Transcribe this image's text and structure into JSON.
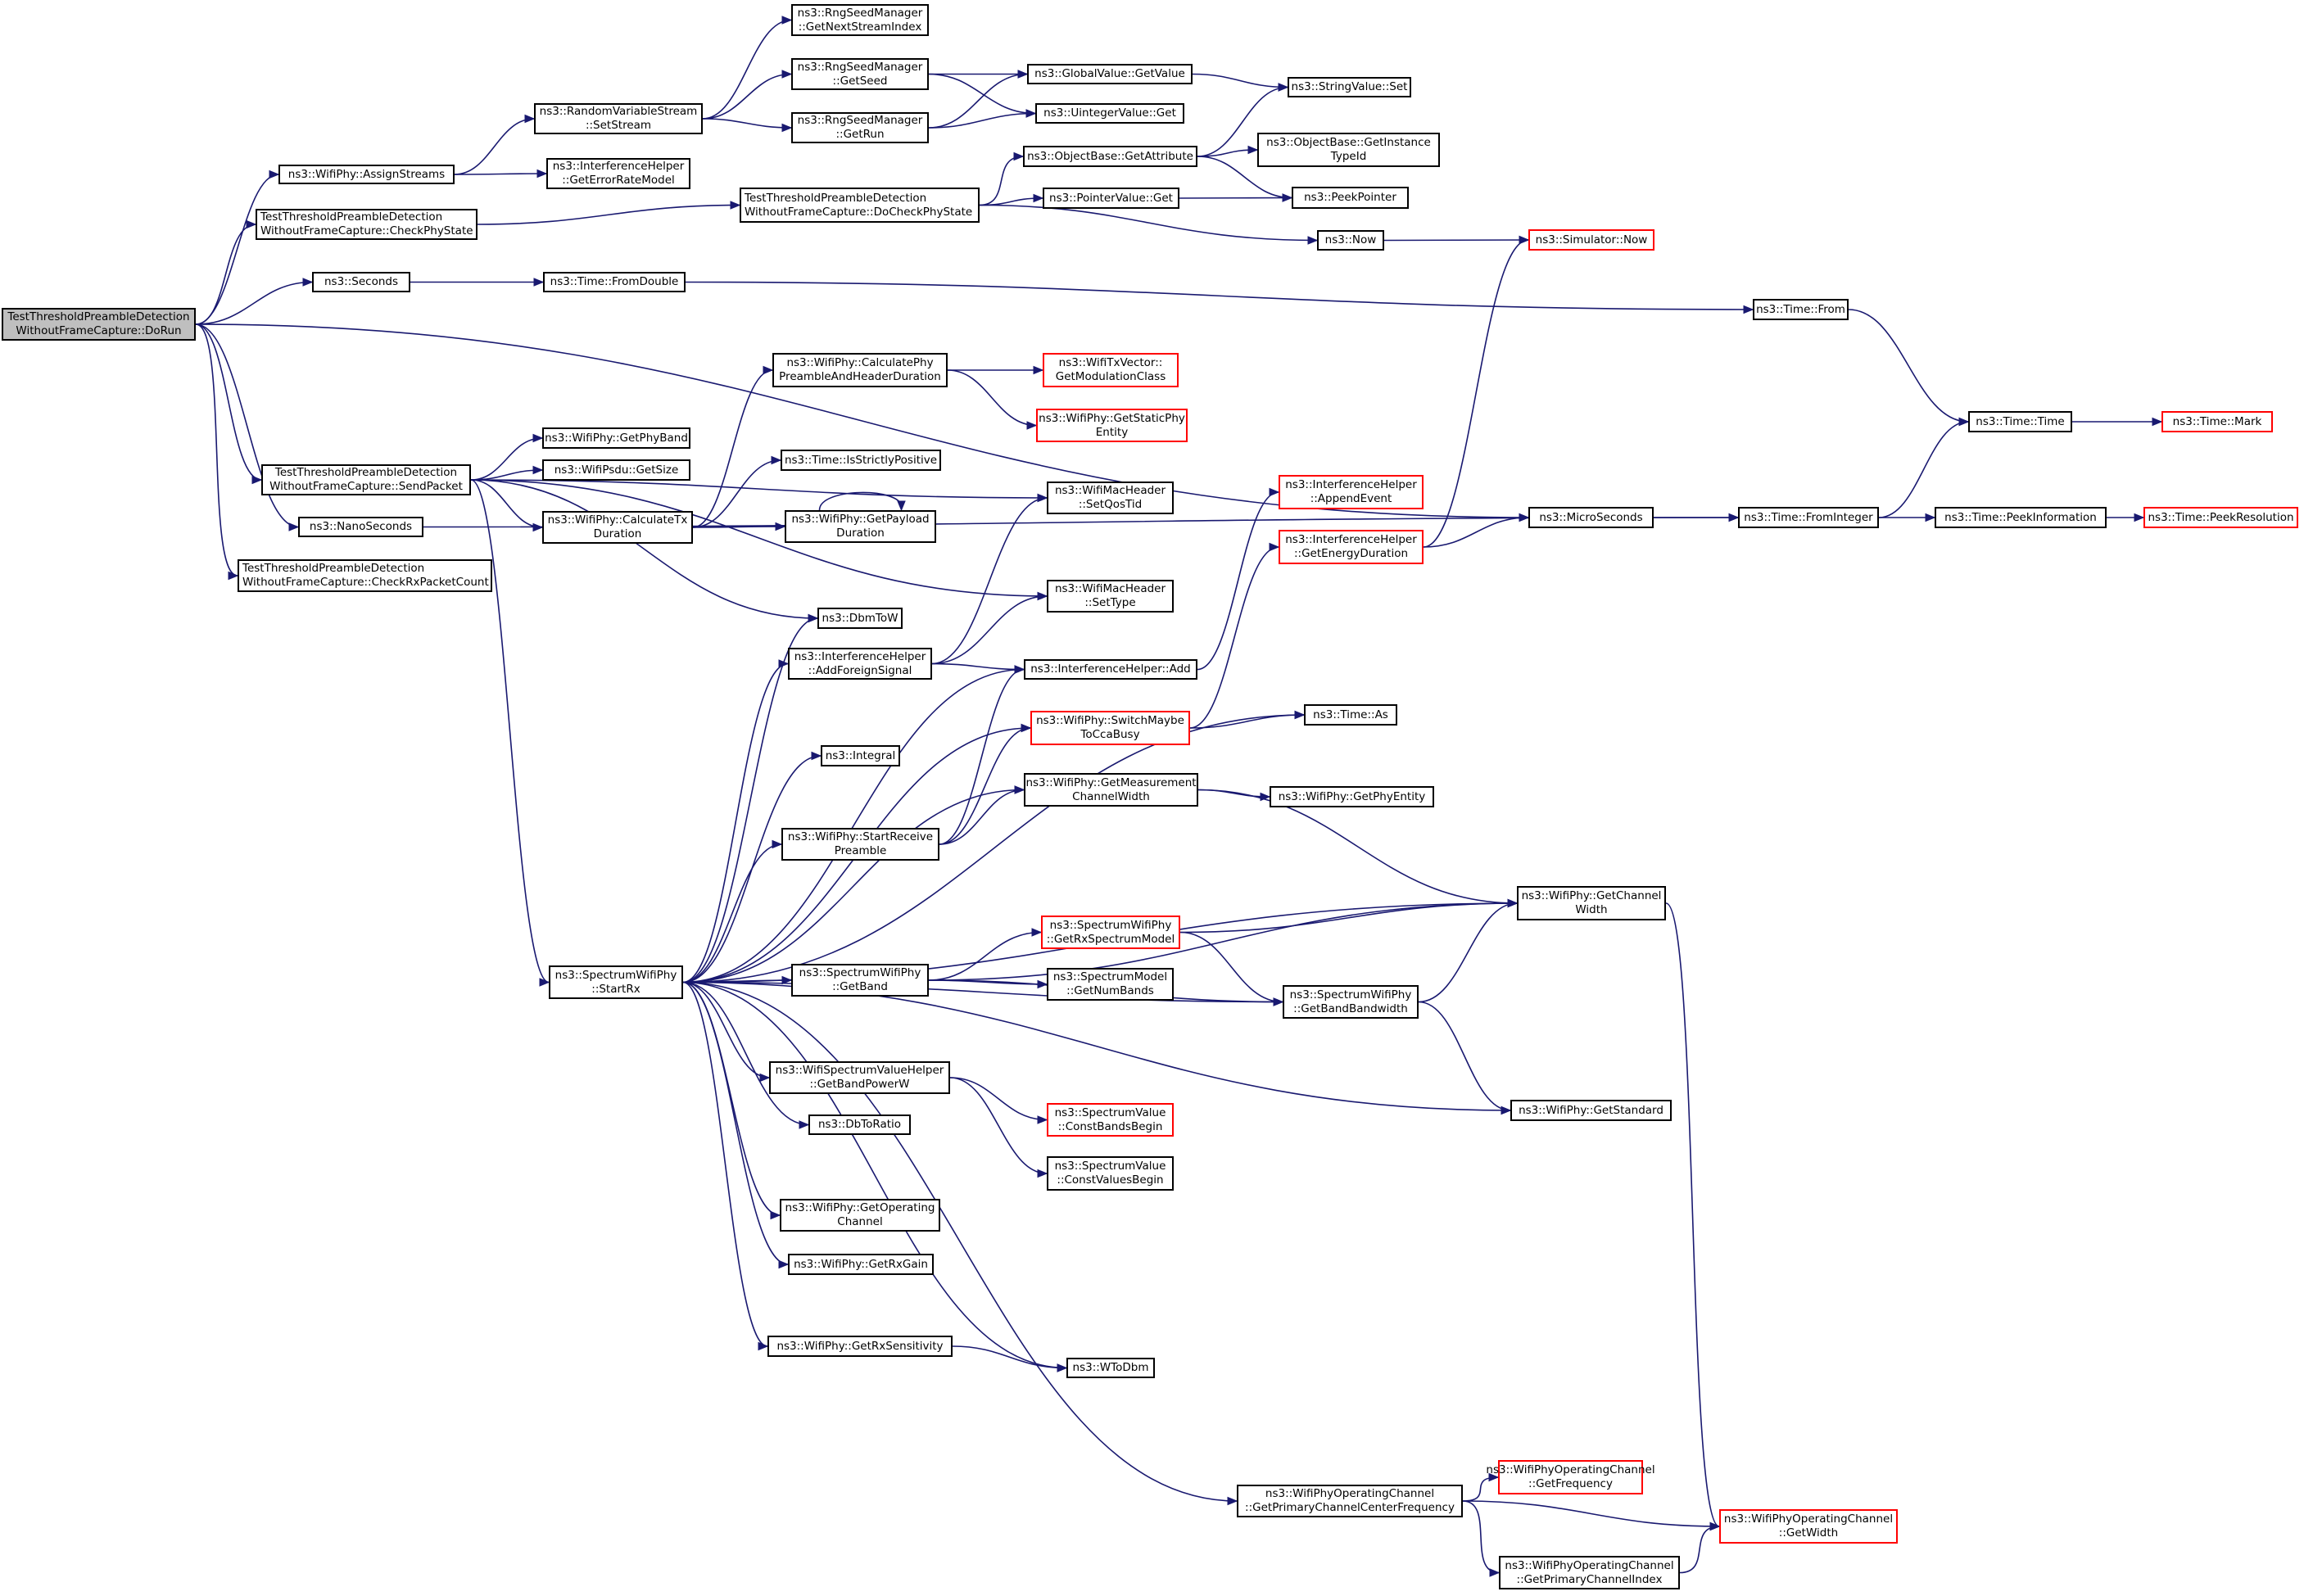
{
  "graph": {
    "nodes": [
      {
        "id": "dorun",
        "lines": [
          "TestThresholdPreambleDetection",
          "WithoutFrameCapture::DoRun"
        ],
        "style": "root",
        "align": "center"
      },
      {
        "id": "assignstreams",
        "lines": [
          "ns3::WifiPhy::AssignStreams"
        ],
        "style": "normal",
        "align": "center"
      },
      {
        "id": "checkphystate",
        "lines": [
          "TestThresholdPreambleDetection",
          "WithoutFrameCapture::CheckPhyState"
        ],
        "style": "normal",
        "align": "left"
      },
      {
        "id": "seconds",
        "lines": [
          "ns3::Seconds"
        ],
        "style": "normal",
        "align": "center"
      },
      {
        "id": "sendpacket",
        "lines": [
          "TestThresholdPreambleDetection",
          "WithoutFrameCapture::SendPacket"
        ],
        "style": "normal",
        "align": "center"
      },
      {
        "id": "nanoseconds",
        "lines": [
          "ns3::NanoSeconds"
        ],
        "style": "normal",
        "align": "center"
      },
      {
        "id": "checkrx",
        "lines": [
          "TestThresholdPreambleDetection",
          "WithoutFrameCapture::CheckRxPacketCount"
        ],
        "style": "normal",
        "align": "left"
      },
      {
        "id": "setstream",
        "lines": [
          "ns3::RandomVariableStream",
          "::SetStream"
        ],
        "style": "normal",
        "align": "center"
      },
      {
        "id": "geterrorrate",
        "lines": [
          "ns3::InterferenceHelper",
          "::GetErrorRateModel"
        ],
        "style": "normal",
        "align": "center"
      },
      {
        "id": "docheckphystate",
        "lines": [
          "TestThresholdPreambleDetection",
          "WithoutFrameCapture::DoCheckPhyState"
        ],
        "style": "normal",
        "align": "left"
      },
      {
        "id": "fromdouble",
        "lines": [
          "ns3::Time::FromDouble"
        ],
        "style": "normal",
        "align": "center"
      },
      {
        "id": "getphyband",
        "lines": [
          "ns3::WifiPhy::GetPhyBand"
        ],
        "style": "normal",
        "align": "center"
      },
      {
        "id": "getsize",
        "lines": [
          "ns3::WifiPsdu::GetSize"
        ],
        "style": "normal",
        "align": "center"
      },
      {
        "id": "calctxdur",
        "lines": [
          "ns3::WifiPhy::CalculateTx",
          "Duration"
        ],
        "style": "normal",
        "align": "center"
      },
      {
        "id": "startrx",
        "lines": [
          "ns3::SpectrumWifiPhy",
          "::StartRx"
        ],
        "style": "normal",
        "align": "center"
      },
      {
        "id": "getnextstream",
        "lines": [
          "ns3::RngSeedManager",
          "::GetNextStreamIndex"
        ],
        "style": "normal",
        "align": "center"
      },
      {
        "id": "getseed",
        "lines": [
          "ns3::RngSeedManager",
          "::GetSeed"
        ],
        "style": "normal",
        "align": "center"
      },
      {
        "id": "getrun",
        "lines": [
          "ns3::RngSeedManager",
          "::GetRun"
        ],
        "style": "normal",
        "align": "center"
      },
      {
        "id": "calcpreamble",
        "lines": [
          "ns3::WifiPhy::CalculatePhy",
          "PreambleAndHeaderDuration"
        ],
        "style": "normal",
        "align": "center"
      },
      {
        "id": "isstrictlypos",
        "lines": [
          "ns3::Time::IsStrictlyPositive"
        ],
        "style": "normal",
        "align": "center"
      },
      {
        "id": "getpayload",
        "lines": [
          "ns3::WifiPhy::GetPayload",
          "Duration"
        ],
        "style": "normal",
        "align": "center"
      },
      {
        "id": "dbmtow",
        "lines": [
          "ns3::DbmToW"
        ],
        "style": "normal",
        "align": "center"
      },
      {
        "id": "addforeign",
        "lines": [
          "ns3::InterferenceHelper",
          "::AddForeignSignal"
        ],
        "style": "normal",
        "align": "center"
      },
      {
        "id": "integral",
        "lines": [
          "ns3::Integral"
        ],
        "style": "normal",
        "align": "center"
      },
      {
        "id": "startreceive",
        "lines": [
          "ns3::WifiPhy::StartReceive",
          "Preamble"
        ],
        "style": "normal",
        "align": "center"
      },
      {
        "id": "getband",
        "lines": [
          "ns3::SpectrumWifiPhy",
          "::GetBand"
        ],
        "style": "normal",
        "align": "center"
      },
      {
        "id": "getbandpower",
        "lines": [
          "ns3::WifiSpectrumValueHelper",
          "::GetBandPowerW"
        ],
        "style": "normal",
        "align": "center"
      },
      {
        "id": "dbtoratio",
        "lines": [
          "ns3::DbToRatio"
        ],
        "style": "normal",
        "align": "center"
      },
      {
        "id": "getopchannel",
        "lines": [
          "ns3::WifiPhy::GetOperating",
          "Channel"
        ],
        "style": "normal",
        "align": "center"
      },
      {
        "id": "getrxgain",
        "lines": [
          "ns3::WifiPhy::GetRxGain"
        ],
        "style": "normal",
        "align": "center"
      },
      {
        "id": "getrxsens",
        "lines": [
          "ns3::WifiPhy::GetRxSensitivity"
        ],
        "style": "normal",
        "align": "center"
      },
      {
        "id": "globalget",
        "lines": [
          "ns3::GlobalValue::GetValue"
        ],
        "style": "normal",
        "align": "center"
      },
      {
        "id": "uintegerget",
        "lines": [
          "ns3::UintegerValue::Get"
        ],
        "style": "normal",
        "align": "center"
      },
      {
        "id": "objgetattr",
        "lines": [
          "ns3::ObjectBase::GetAttribute"
        ],
        "style": "normal",
        "align": "center"
      },
      {
        "id": "pointerget",
        "lines": [
          "ns3::PointerValue::Get"
        ],
        "style": "normal",
        "align": "center"
      },
      {
        "id": "gettxmod",
        "lines": [
          "ns3::WifiTxVector::",
          "GetModulationClass"
        ],
        "style": "red",
        "align": "center"
      },
      {
        "id": "getstaticphy",
        "lines": [
          "ns3::WifiPhy::GetStaticPhy",
          "Entity"
        ],
        "style": "red",
        "align": "center"
      },
      {
        "id": "setqostid",
        "lines": [
          "ns3::WifiMacHeader",
          "::SetQosTid"
        ],
        "style": "normal",
        "align": "center"
      },
      {
        "id": "settype",
        "lines": [
          "ns3::WifiMacHeader",
          "::SetType"
        ],
        "style": "normal",
        "align": "center"
      },
      {
        "id": "ihadd",
        "lines": [
          "ns3::InterferenceHelper::Add"
        ],
        "style": "normal",
        "align": "center"
      },
      {
        "id": "switchcca",
        "lines": [
          "ns3::WifiPhy::SwitchMaybe",
          "ToCcaBusy"
        ],
        "style": "red",
        "align": "center"
      },
      {
        "id": "getmeascw",
        "lines": [
          "ns3::WifiPhy::GetMeasurement",
          "ChannelWidth"
        ],
        "style": "normal",
        "align": "center"
      },
      {
        "id": "getrxspec",
        "lines": [
          "ns3::SpectrumWifiPhy",
          "::GetRxSpectrumModel"
        ],
        "style": "red",
        "align": "center"
      },
      {
        "id": "getnumbands",
        "lines": [
          "ns3::SpectrumModel",
          "::GetNumBands"
        ],
        "style": "normal",
        "align": "center"
      },
      {
        "id": "constbands",
        "lines": [
          "ns3::SpectrumValue",
          "::ConstBandsBegin"
        ],
        "style": "red",
        "align": "center"
      },
      {
        "id": "constvalues",
        "lines": [
          "ns3::SpectrumValue",
          "::ConstValuesBegin"
        ],
        "style": "normal",
        "align": "center"
      },
      {
        "id": "wtodbm",
        "lines": [
          "ns3::WToDbm"
        ],
        "style": "normal",
        "align": "center"
      },
      {
        "id": "primcenter",
        "lines": [
          "ns3::WifiPhyOperatingChannel",
          "::GetPrimaryChannelCenterFrequency"
        ],
        "style": "normal",
        "align": "center"
      },
      {
        "id": "stringset",
        "lines": [
          "ns3::StringValue::Set"
        ],
        "style": "normal",
        "align": "center"
      },
      {
        "id": "getinstance",
        "lines": [
          "ns3::ObjectBase::GetInstance",
          "TypeId"
        ],
        "style": "normal",
        "align": "center"
      },
      {
        "id": "peekpointer",
        "lines": [
          "ns3::PeekPointer"
        ],
        "style": "normal",
        "align": "center"
      },
      {
        "id": "now",
        "lines": [
          "ns3::Now"
        ],
        "style": "normal",
        "align": "center"
      },
      {
        "id": "appendevent",
        "lines": [
          "ns3::InterferenceHelper",
          "::AppendEvent"
        ],
        "style": "red",
        "align": "center"
      },
      {
        "id": "getenergydur",
        "lines": [
          "ns3::InterferenceHelper",
          "::GetEnergyDuration"
        ],
        "style": "red",
        "align": "center"
      },
      {
        "id": "timeas",
        "lines": [
          "ns3::Time::As"
        ],
        "style": "normal",
        "align": "center"
      },
      {
        "id": "getphyentity",
        "lines": [
          "ns3::WifiPhy::GetPhyEntity"
        ],
        "style": "normal",
        "align": "center"
      },
      {
        "id": "getbandbw",
        "lines": [
          "ns3::SpectrumWifiPhy",
          "::GetBandBandwidth"
        ],
        "style": "normal",
        "align": "center"
      },
      {
        "id": "getfrequency",
        "lines": [
          "ns3::WifiPhyOperatingChannel",
          "::GetFrequency"
        ],
        "style": "red",
        "align": "center"
      },
      {
        "id": "primindex",
        "lines": [
          "ns3::WifiPhyOperatingChannel",
          "::GetPrimaryChannelIndex"
        ],
        "style": "normal",
        "align": "center"
      },
      {
        "id": "simnow",
        "lines": [
          "ns3::Simulator::Now"
        ],
        "style": "red",
        "align": "center"
      },
      {
        "id": "microseconds",
        "lines": [
          "ns3::MicroSeconds"
        ],
        "style": "normal",
        "align": "center"
      },
      {
        "id": "getchanwidth",
        "lines": [
          "ns3::WifiPhy::GetChannel",
          "Width"
        ],
        "style": "normal",
        "align": "center"
      },
      {
        "id": "getstandard",
        "lines": [
          "ns3::WifiPhy::GetStandard"
        ],
        "style": "normal",
        "align": "center"
      },
      {
        "id": "opgetwidth",
        "lines": [
          "ns3::WifiPhyOperatingChannel",
          "::GetWidth"
        ],
        "style": "red",
        "align": "center"
      },
      {
        "id": "timefrom",
        "lines": [
          "ns3::Time::From"
        ],
        "style": "normal",
        "align": "center"
      },
      {
        "id": "fromint",
        "lines": [
          "ns3::Time::FromInteger"
        ],
        "style": "normal",
        "align": "center"
      },
      {
        "id": "timetime",
        "lines": [
          "ns3::Time::Time"
        ],
        "style": "normal",
        "align": "center"
      },
      {
        "id": "peekinfo",
        "lines": [
          "ns3::Time::PeekInformation"
        ],
        "style": "normal",
        "align": "center"
      },
      {
        "id": "timemark",
        "lines": [
          "ns3::Time::Mark"
        ],
        "style": "red",
        "align": "center"
      },
      {
        "id": "peekres",
        "lines": [
          "ns3::Time::PeekResolution"
        ],
        "style": "red",
        "align": "center"
      }
    ],
    "edges": [
      [
        "dorun",
        "assignstreams"
      ],
      [
        "dorun",
        "checkphystate"
      ],
      [
        "dorun",
        "seconds"
      ],
      [
        "dorun",
        "sendpacket"
      ],
      [
        "dorun",
        "nanoseconds"
      ],
      [
        "dorun",
        "checkrx"
      ],
      [
        "dorun",
        "microseconds"
      ],
      [
        "assignstreams",
        "setstream"
      ],
      [
        "assignstreams",
        "geterrorrate"
      ],
      [
        "setstream",
        "getnextstream"
      ],
      [
        "setstream",
        "getseed"
      ],
      [
        "setstream",
        "getrun"
      ],
      [
        "getseed",
        "globalget"
      ],
      [
        "getseed",
        "uintegerget"
      ],
      [
        "getrun",
        "globalget"
      ],
      [
        "getrun",
        "uintegerget"
      ],
      [
        "globalget",
        "stringset"
      ],
      [
        "checkphystate",
        "docheckphystate"
      ],
      [
        "docheckphystate",
        "objgetattr"
      ],
      [
        "docheckphystate",
        "pointerget"
      ],
      [
        "docheckphystate",
        "now"
      ],
      [
        "objgetattr",
        "stringset"
      ],
      [
        "objgetattr",
        "getinstance"
      ],
      [
        "objgetattr",
        "peekpointer"
      ],
      [
        "pointerget",
        "peekpointer"
      ],
      [
        "now",
        "simnow"
      ],
      [
        "seconds",
        "fromdouble"
      ],
      [
        "fromdouble",
        "timefrom"
      ],
      [
        "timefrom",
        "timetime"
      ],
      [
        "timetime",
        "timemark"
      ],
      [
        "sendpacket",
        "getphyband"
      ],
      [
        "sendpacket",
        "getsize"
      ],
      [
        "sendpacket",
        "calctxdur"
      ],
      [
        "sendpacket",
        "setqostid"
      ],
      [
        "sendpacket",
        "settype"
      ],
      [
        "sendpacket",
        "dbmtow"
      ],
      [
        "sendpacket",
        "startrx"
      ],
      [
        "calctxdur",
        "calcpreamble"
      ],
      [
        "calctxdur",
        "isstrictlypos"
      ],
      [
        "calctxdur",
        "getpayload"
      ],
      [
        "getpayload",
        "getpayload"
      ],
      [
        "calcpreamble",
        "gettxmod"
      ],
      [
        "calcpreamble",
        "getstaticphy"
      ],
      [
        "nanoseconds",
        "fromint"
      ],
      [
        "startrx",
        "dbmtow"
      ],
      [
        "startrx",
        "addforeign"
      ],
      [
        "startrx",
        "ihadd"
      ],
      [
        "startrx",
        "integral"
      ],
      [
        "startrx",
        "switchcca"
      ],
      [
        "startrx",
        "startreceive"
      ],
      [
        "startrx",
        "getmeascw"
      ],
      [
        "startrx",
        "getchanwidth"
      ],
      [
        "startrx",
        "getband"
      ],
      [
        "startrx",
        "getbandbw"
      ],
      [
        "startrx",
        "timeas"
      ],
      [
        "startrx",
        "getbandpower"
      ],
      [
        "startrx",
        "dbtoratio"
      ],
      [
        "startrx",
        "getstandard"
      ],
      [
        "startrx",
        "getopchannel"
      ],
      [
        "startrx",
        "getrxgain"
      ],
      [
        "startrx",
        "getrxsens"
      ],
      [
        "startrx",
        "wtodbm"
      ],
      [
        "startrx",
        "primcenter"
      ],
      [
        "addforeign",
        "setqostid"
      ],
      [
        "addforeign",
        "settype"
      ],
      [
        "addforeign",
        "ihadd"
      ],
      [
        "ihadd",
        "appendevent"
      ],
      [
        "startreceive",
        "ihadd"
      ],
      [
        "startreceive",
        "switchcca"
      ],
      [
        "startreceive",
        "getmeascw"
      ],
      [
        "switchcca",
        "getenergydur"
      ],
      [
        "switchcca",
        "timeas"
      ],
      [
        "getenergydur",
        "simnow"
      ],
      [
        "getenergydur",
        "microseconds"
      ],
      [
        "getmeascw",
        "getphyentity"
      ],
      [
        "getmeascw",
        "getchanwidth"
      ],
      [
        "getband",
        "getrxspec"
      ],
      [
        "getband",
        "getnumbands"
      ],
      [
        "getband",
        "getbandbw"
      ],
      [
        "getband",
        "getchanwidth"
      ],
      [
        "getrxspec",
        "getchanwidth"
      ],
      [
        "getrxspec",
        "getbandbw"
      ],
      [
        "getbandbw",
        "getchanwidth"
      ],
      [
        "getbandbw",
        "getstandard"
      ],
      [
        "getbandpower",
        "constbands"
      ],
      [
        "getbandpower",
        "constvalues"
      ],
      [
        "getrxsens",
        "wtodbm"
      ],
      [
        "primcenter",
        "getfrequency"
      ],
      [
        "primcenter",
        "opgetwidth"
      ],
      [
        "primcenter",
        "primindex"
      ],
      [
        "primindex",
        "opgetwidth"
      ],
      [
        "getchanwidth",
        "opgetwidth"
      ],
      [
        "microseconds",
        "fromint"
      ],
      [
        "fromint",
        "timetime"
      ],
      [
        "fromint",
        "peekinfo"
      ],
      [
        "peekinfo",
        "peekres"
      ]
    ]
  }
}
